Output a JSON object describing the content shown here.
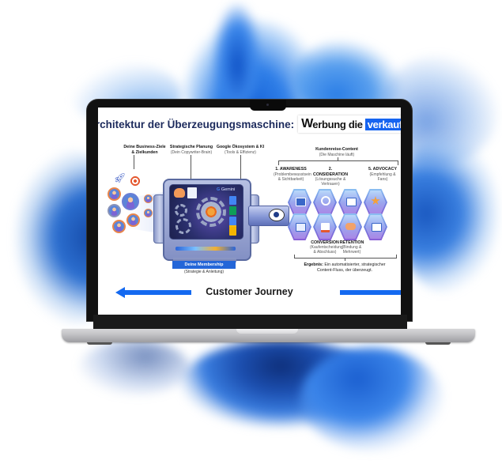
{
  "screen": {
    "title": "Architektur der Überzeugungsmaschine:",
    "brand": {
      "prefix": "W",
      "text": "erbung die",
      "highlight": "verkauft",
      "accent_color": "#1664f0"
    },
    "inputs": {
      "business": {
        "title": "Deine Business-Ziele",
        "subtitle": "& Zielkunden"
      },
      "planning": {
        "title": "Strategische Planung",
        "subtitle": "(Dein Copywriter-Brain)"
      },
      "ecosystem": {
        "title": "Google Ökosystem & KI",
        "subtitle": "(Tools & Effizienz)"
      },
      "gemini_label": "Gemini"
    },
    "membership": {
      "label": "Deine Membership",
      "subtitle": "(Strategie & Anleitung)"
    },
    "journey_content": {
      "title": "Kundenreise-Content",
      "subtitle": "(Die Maschine läuft)"
    },
    "stages": [
      {
        "title": "1. AWARENESS",
        "subtitle": "(Problembewusstsein & Sichtbarkeit)"
      },
      {
        "title": "2. CONSIDERATION",
        "subtitle": "(Lösungssuche & Vertrauen)"
      },
      {
        "title": "3. CONVERSION",
        "subtitle": "(Kaufentscheidung & Abschluss)"
      },
      {
        "title": "4. RETENTION",
        "subtitle": "(Bindung & Mehrwert)"
      },
      {
        "title": "5. ADVOCACY",
        "subtitle": "(Empfehlung & Fans)"
      }
    ],
    "result": {
      "label": "Ergebnis:",
      "text": "Ein automatisierter, strategischer Content-Fluss, der überzeugt."
    },
    "customer_journey": "Customer Journey",
    "arrow_color": "#1469f0"
  }
}
